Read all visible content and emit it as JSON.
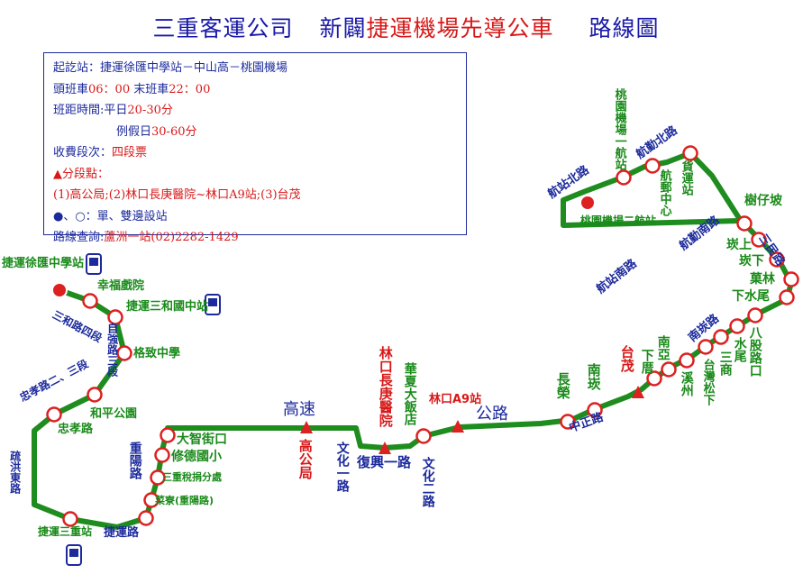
{
  "title": {
    "company": "三重客運公司",
    "route_prefix": "新闢",
    "route_name": "捷運機場先導公車",
    "suffix": "路線圖"
  },
  "info": {
    "line1": "起訖站：捷運徐匯中學站－中山高－桃園機場",
    "line2a": "頭班車",
    "line2b": "06：00",
    "line2c": "末班車",
    "line2d": "22：00",
    "line3a": "班距時間:平日",
    "line3b": "20-30分",
    "line4a": "例假日",
    "line4b": "30-60分",
    "line5a": "收費段次：",
    "line5b": "四段票",
    "line6": "▲分段點：",
    "line7": "(1)高公局;(2)林口長庚醫院~林口A9站;(3)台茂",
    "line8": "●、○：單、雙邊設站",
    "line9a": "路線查詢:",
    "line9b": "蘆洲一站(02)2282-1429"
  },
  "stops": {
    "xuhui": "捷運徐匯中學站",
    "xingfu": "幸福戲院",
    "sanhe_station": "捷運三和國中站",
    "gezhi": "格致中學",
    "heping": "和平公園",
    "zhongxiao": "忠孝路",
    "sanchong_station": "捷運三重站",
    "yuanmu_left": "捷運路",
    "dazhi": "大智街口",
    "xiude": "修德國小",
    "sanchong_tax": "三重稅捐分處",
    "cailiao": "菜寮(重陽路)",
    "lichang": "林口長庚醫院",
    "huaxia": "華夏大飯店",
    "a9": "林口A9站",
    "changrong": "長榮",
    "nankan": "南崁",
    "taimao": "台茂",
    "nanya": "南亞",
    "xialuo": "下厝",
    "xixi": "溪州",
    "taiwan_song": "台灣松下",
    "sanshang": "三商",
    "shuiwei": "水尾",
    "babu": "八股路口",
    "xiazhuwei": "下水尾",
    "caolin": "菓林",
    "kanshang": "崁上",
    "kanxia": "崁下",
    "shuzaipo": "樹仔坡",
    "airport_t2": "桃園機場二航站",
    "airport_t1": "桃園機場一航站",
    "cargo": "貨運站",
    "postal": "航郵中心"
  },
  "roads": {
    "sanhe_rd": "三和路四段",
    "ziqiang": "自強路三段",
    "zhongxiao_rd": "忠孝路二、三段",
    "shuhong": "疏洪東路",
    "jieyun": "捷運路",
    "chongyang": "重陽路",
    "gaosu": "高速",
    "gonglu": "公路",
    "wenhua1": "文化一路",
    "fuxing1": "復興一路",
    "wenhua2": "文化二路",
    "zhongzheng": "中正路",
    "nankan_rd": "南崁路",
    "sanmin": "三民路",
    "hangqin_s": "航勤南路",
    "hangzhan_s": "航站南路",
    "hangzhan_n": "航站北路",
    "hangqin_n": "航勤北路"
  },
  "sections": {
    "gaogongju": "高公局"
  },
  "colors": {
    "route": "#1e8c1e",
    "stop_stroke": "#dd2020",
    "title_blue": "#1a1aa8",
    "red": "#d81818",
    "green_text": "#1a8a1a",
    "road_blue": "#1c2a9c"
  }
}
